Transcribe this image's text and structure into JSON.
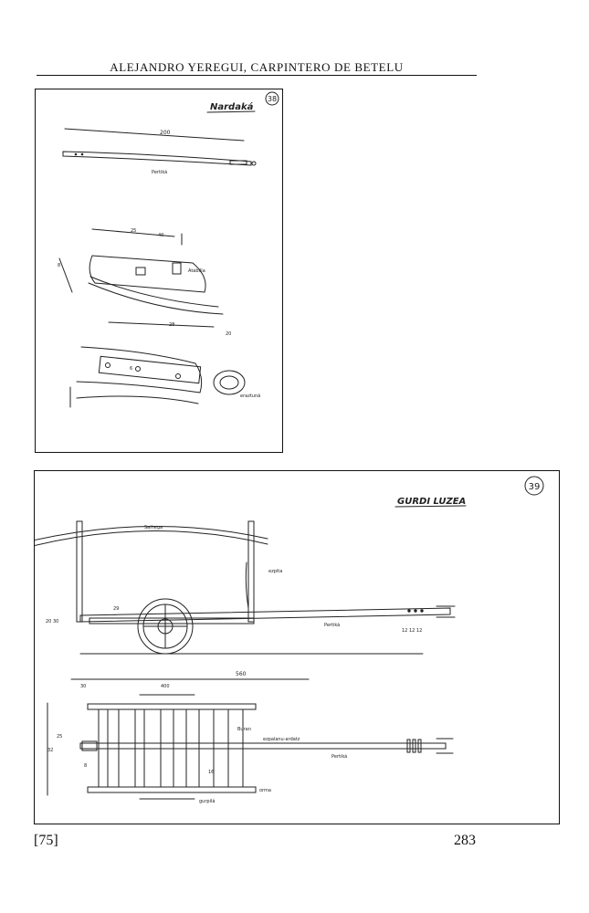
{
  "running_head": "ALEJANDRO YEREGUI, CARPINTERO DE BETELU",
  "plate_38": {
    "number": "38",
    "title": "Nardaká",
    "label_pertika": "Pertiká",
    "label_atabilla": "Atabilla",
    "label_eraztuna": "eraztuná",
    "dim_top": "200",
    "dim_mid_a": "25",
    "dim_mid_b": "40",
    "dim_lower_a": "28",
    "dim_lower_b": "20",
    "dim_inner": "6",
    "dim_small": "8"
  },
  "plate_39": {
    "number": "39",
    "title": "GURDI LUZEA",
    "label_saihega": "Saihega",
    "label_espitia": "ezpita",
    "label_pertika_side": "Pertiká",
    "label_pertika_plan": "Pertiká",
    "label_buran": "Buran",
    "label_espalanu": "ezpalanu-ardatz",
    "label_gurpila": "gurpilá",
    "label_orma": "orma",
    "dim_560": "560",
    "dim_400": "400",
    "dim_30": "30",
    "dim_29": "29",
    "dim_25": "25",
    "dim_16": "16",
    "dim_32": "32",
    "dim_8": "8",
    "dim_12s": "12 12 12",
    "dim_20_30": "20 30"
  },
  "folio_left": "[75]",
  "folio_right": "283"
}
